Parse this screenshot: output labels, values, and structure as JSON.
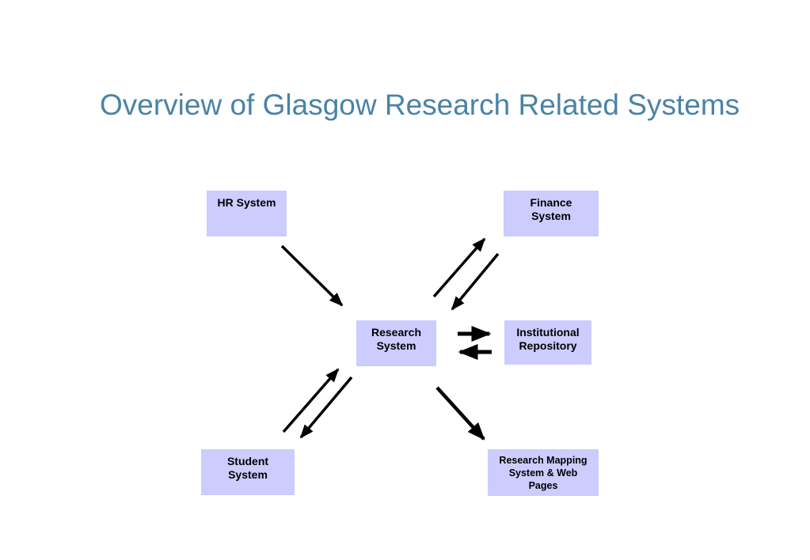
{
  "title": "Overview of Glasgow Research Related Systems",
  "colors": {
    "title": "#4a83a6",
    "box_fill": "#ccccff",
    "arrow": "#000000"
  },
  "nodes": {
    "hr": "HR System",
    "finance": "Finance\nSystem",
    "research": "Research\nSystem",
    "repository": "Institutional\nRepository",
    "student": "Student\nSystem",
    "mapping": "Research Mapping\nSystem & Web\nPages"
  },
  "connections": [
    {
      "from": "HR System",
      "to": "Research System"
    },
    {
      "from": "Research System",
      "to": "Finance System"
    },
    {
      "from": "Finance System",
      "to": "Research System"
    },
    {
      "from": "Research System",
      "to": "Institutional Repository"
    },
    {
      "from": "Institutional Repository",
      "to": "Research System"
    },
    {
      "from": "Student System",
      "to": "Research System"
    },
    {
      "from": "Research System",
      "to": "Student System"
    },
    {
      "from": "Research System",
      "to": "Research Mapping System & Web Pages"
    }
  ]
}
